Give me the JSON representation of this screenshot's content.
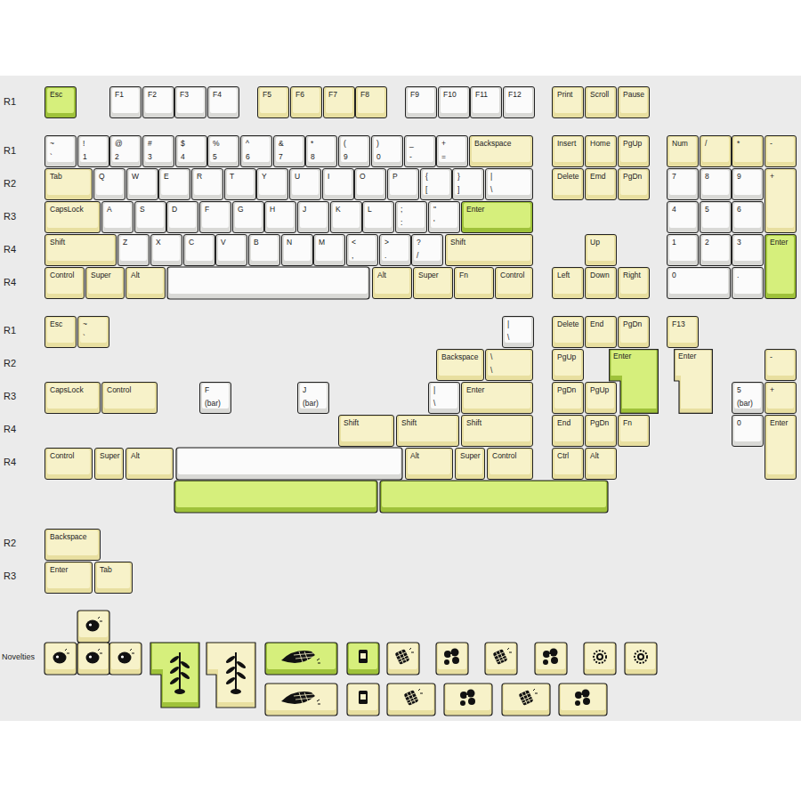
{
  "diagram": {
    "nodes": [
      {
        "text": [
          "Esc"
        ]
      },
      {
        "text": [
          "F1"
        ]
      },
      {
        "text": [
          "F2"
        ]
      },
      {
        "text": [
          "F3"
        ]
      },
      {
        "text": [
          "F4"
        ]
      },
      {
        "text": [
          "F5"
        ]
      },
      {
        "text": [
          "F6"
        ]
      },
      {
        "text": [
          "F7"
        ]
      },
      {
        "text": [
          "F8"
        ]
      },
      {
        "text": [
          "F9"
        ]
      },
      {
        "text": [
          "F10"
        ]
      },
      {
        "text": [
          "F11"
        ]
      },
      {
        "text": [
          "F12"
        ]
      },
      {
        "text": [
          "Print"
        ]
      },
      {
        "text": [
          "Scroll"
        ]
      },
      {
        "text": [
          "Pause"
        ]
      },
      {
        "text": [
          "~",
          "`"
        ]
      },
      {
        "text": [
          "!",
          "1"
        ]
      },
      {
        "text": [
          "@",
          "2"
        ]
      },
      {
        "text": [
          "#",
          "3"
        ]
      },
      {
        "text": [
          "$",
          "4"
        ]
      },
      {
        "text": [
          "%",
          "5"
        ]
      },
      {
        "text": [
          "^",
          "6"
        ]
      },
      {
        "text": [
          "&",
          "7"
        ]
      },
      {
        "text": [
          "*",
          "8"
        ]
      },
      {
        "text": [
          "(",
          "9"
        ]
      },
      {
        "text": [
          ")",
          "0"
        ]
      },
      {
        "text": [
          "_",
          "-"
        ]
      },
      {
        "text": [
          "+",
          "="
        ]
      },
      {
        "text": [
          "Backspace"
        ]
      },
      {
        "text": [
          "Insert"
        ]
      },
      {
        "text": [
          "Home"
        ]
      },
      {
        "text": [
          "PgUp"
        ]
      },
      {
        "text": [
          "Num"
        ]
      },
      {
        "text": [
          "/"
        ]
      },
      {
        "text": [
          "*"
        ]
      },
      {
        "text": [
          "-"
        ]
      },
      {
        "text": [
          "Tab"
        ]
      },
      {
        "text": [
          "Q"
        ]
      },
      {
        "text": [
          "W"
        ]
      },
      {
        "text": [
          "E"
        ]
      },
      {
        "text": [
          "R"
        ]
      },
      {
        "text": [
          "T"
        ]
      },
      {
        "text": [
          "Y"
        ]
      },
      {
        "text": [
          "U"
        ]
      },
      {
        "text": [
          "I"
        ]
      },
      {
        "text": [
          "O"
        ]
      },
      {
        "text": [
          "P"
        ]
      },
      {
        "text": [
          "{",
          "["
        ]
      },
      {
        "text": [
          "}",
          "]"
        ]
      },
      {
        "text": [
          "|",
          "\\"
        ]
      },
      {
        "text": [
          "Delete"
        ]
      },
      {
        "text": [
          "Emd"
        ]
      },
      {
        "text": [
          "PgDn"
        ]
      },
      {
        "text": [
          "7"
        ]
      },
      {
        "text": [
          "8"
        ]
      },
      {
        "text": [
          "9"
        ]
      },
      {
        "text": [
          "+"
        ]
      },
      {
        "text": [
          "CapsLock"
        ]
      },
      {
        "text": [
          "A"
        ]
      },
      {
        "text": [
          "S"
        ]
      },
      {
        "text": [
          "D"
        ]
      },
      {
        "text": [
          "F"
        ]
      },
      {
        "text": [
          "G"
        ]
      },
      {
        "text": [
          "H"
        ]
      },
      {
        "text": [
          "J"
        ]
      },
      {
        "text": [
          "K"
        ]
      },
      {
        "text": [
          "L"
        ]
      },
      {
        "text": [
          ";",
          ":"
        ]
      },
      {
        "text": [
          "\"",
          "'"
        ]
      },
      {
        "text": [
          "Enter"
        ]
      },
      {
        "text": [
          "4"
        ]
      },
      {
        "text": [
          "5"
        ]
      },
      {
        "text": [
          "6"
        ]
      },
      {
        "text": [
          "Shift"
        ]
      },
      {
        "text": [
          "Z"
        ]
      },
      {
        "text": [
          "X"
        ]
      },
      {
        "text": [
          "C"
        ]
      },
      {
        "text": [
          "V"
        ]
      },
      {
        "text": [
          "B"
        ]
      },
      {
        "text": [
          "N"
        ]
      },
      {
        "text": [
          "M"
        ]
      },
      {
        "text": [
          "<",
          ","
        ]
      },
      {
        "text": [
          ">",
          "."
        ]
      },
      {
        "text": [
          "?",
          "/"
        ]
      },
      {
        "text": [
          "Shift"
        ]
      },
      {
        "text": [
          "Up"
        ]
      },
      {
        "text": [
          "1"
        ]
      },
      {
        "text": [
          "2"
        ]
      },
      {
        "text": [
          "3"
        ]
      },
      {
        "text": [
          "Enter"
        ]
      },
      {
        "text": [
          "Control"
        ]
      },
      {
        "text": [
          "Super"
        ]
      },
      {
        "text": [
          "Alt"
        ]
      },
      {
        "text": [
          "Alt"
        ]
      },
      {
        "text": [
          "Super"
        ]
      },
      {
        "text": [
          "Fn"
        ]
      },
      {
        "text": [
          "Control"
        ]
      },
      {
        "text": [
          "Left"
        ]
      },
      {
        "text": [
          "Down"
        ]
      },
      {
        "text": [
          "Right"
        ]
      },
      {
        "text": [
          "0"
        ]
      },
      {
        "text": [
          "."
        ]
      },
      {
        "text": [
          "Esc"
        ]
      },
      {
        "text": [
          "~",
          "`"
        ]
      },
      {
        "text": [
          "|",
          "\\"
        ]
      },
      {
        "text": [
          "Delete"
        ]
      },
      {
        "text": [
          "End"
        ]
      },
      {
        "text": [
          "PgDn"
        ]
      },
      {
        "text": [
          "F13"
        ]
      },
      {
        "text": [
          "Backspace"
        ]
      },
      {
        "text": [
          "\\",
          "\\"
        ]
      },
      {
        "text": [
          "PgUp"
        ]
      },
      {
        "text": [
          "Enter"
        ]
      },
      {
        "text": [
          "Enter"
        ]
      },
      {
        "text": [
          "-"
        ]
      },
      {
        "text": [
          "CapsLock"
        ]
      },
      {
        "text": [
          "Control"
        ]
      },
      {
        "text": [
          "F",
          "(bar)"
        ]
      },
      {
        "text": [
          "J",
          "(bar)"
        ]
      },
      {
        "text": [
          "|",
          "\\"
        ]
      },
      {
        "text": [
          "Enter"
        ]
      },
      {
        "text": [
          "PgDn"
        ]
      },
      {
        "text": [
          "PgUp"
        ]
      },
      {
        "text": [
          "5",
          "(bar)"
        ]
      },
      {
        "text": [
          "+"
        ]
      },
      {
        "text": [
          "Shift"
        ]
      },
      {
        "text": [
          "Shift"
        ]
      },
      {
        "text": [
          "Shift"
        ]
      },
      {
        "text": [
          "End"
        ]
      },
      {
        "text": [
          "PgDn"
        ]
      },
      {
        "text": [
          "Fn"
        ]
      },
      {
        "text": [
          "0"
        ]
      },
      {
        "text": [
          "Enter"
        ]
      },
      {
        "text": [
          "Control"
        ]
      },
      {
        "text": [
          "Super"
        ]
      },
      {
        "text": [
          "Alt"
        ]
      },
      {
        "text": [
          "Alt"
        ]
      },
      {
        "text": [
          "Super"
        ]
      },
      {
        "text": [
          "Control"
        ]
      },
      {
        "text": [
          "Ctrl"
        ]
      },
      {
        "text": [
          "Alt"
        ]
      },
      {
        "text": [
          "Backspace"
        ]
      },
      {
        "text": [
          "Enter"
        ]
      },
      {
        "text": [
          "Tab"
        ]
      }
    ],
    "labels": [
      "R1",
      "R1",
      "R2",
      "R3",
      "R4",
      "R4",
      "R1",
      "R2",
      "R3",
      "R4",
      "R4",
      "R2",
      "R3",
      "Novelties"
    ]
  }
}
